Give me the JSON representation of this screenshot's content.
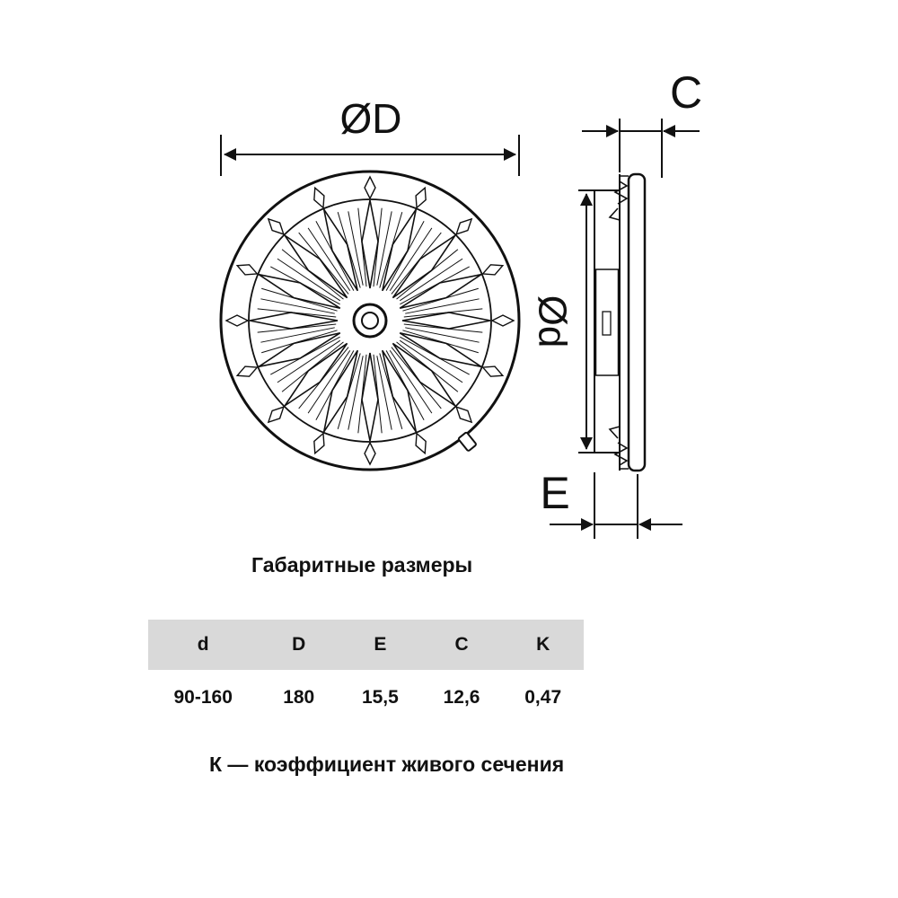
{
  "drawing": {
    "front_view": {
      "label": "ØD"
    },
    "side_view": {
      "duct_label": "Ød",
      "top_label": "C",
      "bottom_label": "E"
    }
  },
  "section_title": "Габаритные размеры",
  "table": {
    "headers": [
      "d",
      "D",
      "E",
      "C",
      "K"
    ],
    "values": [
      "90-160",
      "180",
      "15,5",
      "12,6",
      "0,47"
    ]
  },
  "note": "К — коэффициент живого сечения",
  "colors": {
    "line_color": "#111111",
    "table_header_bg": "#d9d9d9"
  }
}
